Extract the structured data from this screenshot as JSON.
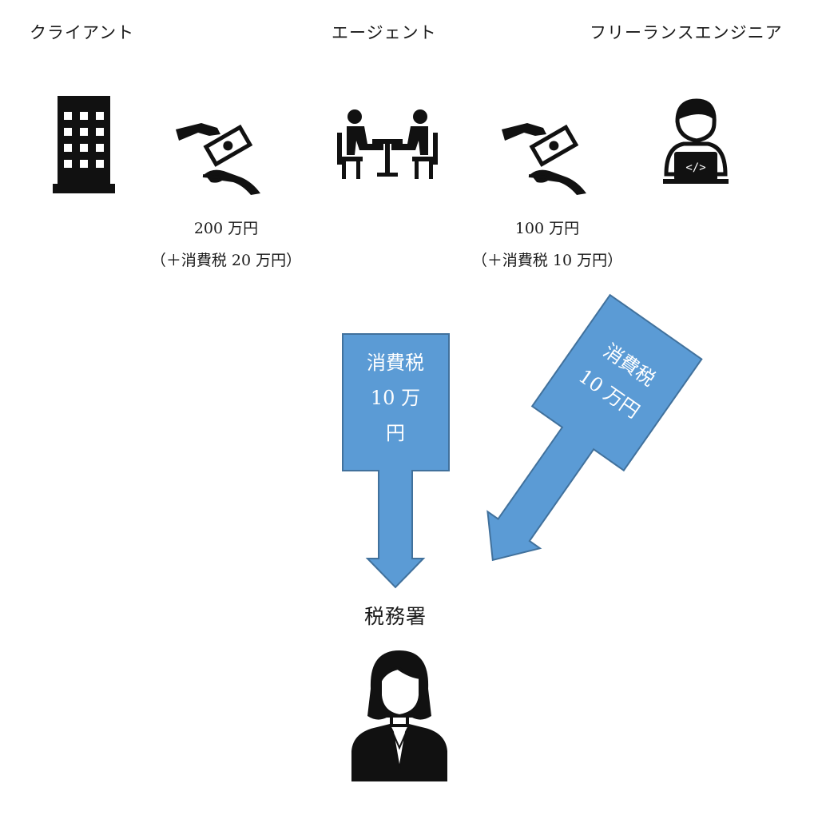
{
  "parties": {
    "client": "クライアント",
    "agent": "エージェント",
    "freelancer": "フリーランスエンジニア"
  },
  "payments": {
    "client_to_agent": {
      "amount": "200 万円",
      "tax": "（＋消費税 20 万円）"
    },
    "agent_to_freelancer": {
      "amount": "100 万円",
      "tax": "（＋消費税 10 万円）"
    }
  },
  "tax_arrows": {
    "from_agent": {
      "line1": "消費税",
      "line2": "10 万",
      "line3": "円"
    },
    "from_freelancer": {
      "line1": "消費税",
      "line2": "10 万円"
    }
  },
  "tax_office": "税務署",
  "colors": {
    "arrow_fill": "#5b9bd5",
    "arrow_stroke": "#41719c",
    "icon": "#111111"
  },
  "icons": {
    "client": "office-building-icon",
    "payment_1": "money-handover-icon",
    "agent": "meeting-table-icon",
    "payment_2": "money-handover-icon",
    "freelancer": "programmer-laptop-icon",
    "tax_office": "businesswoman-icon"
  }
}
